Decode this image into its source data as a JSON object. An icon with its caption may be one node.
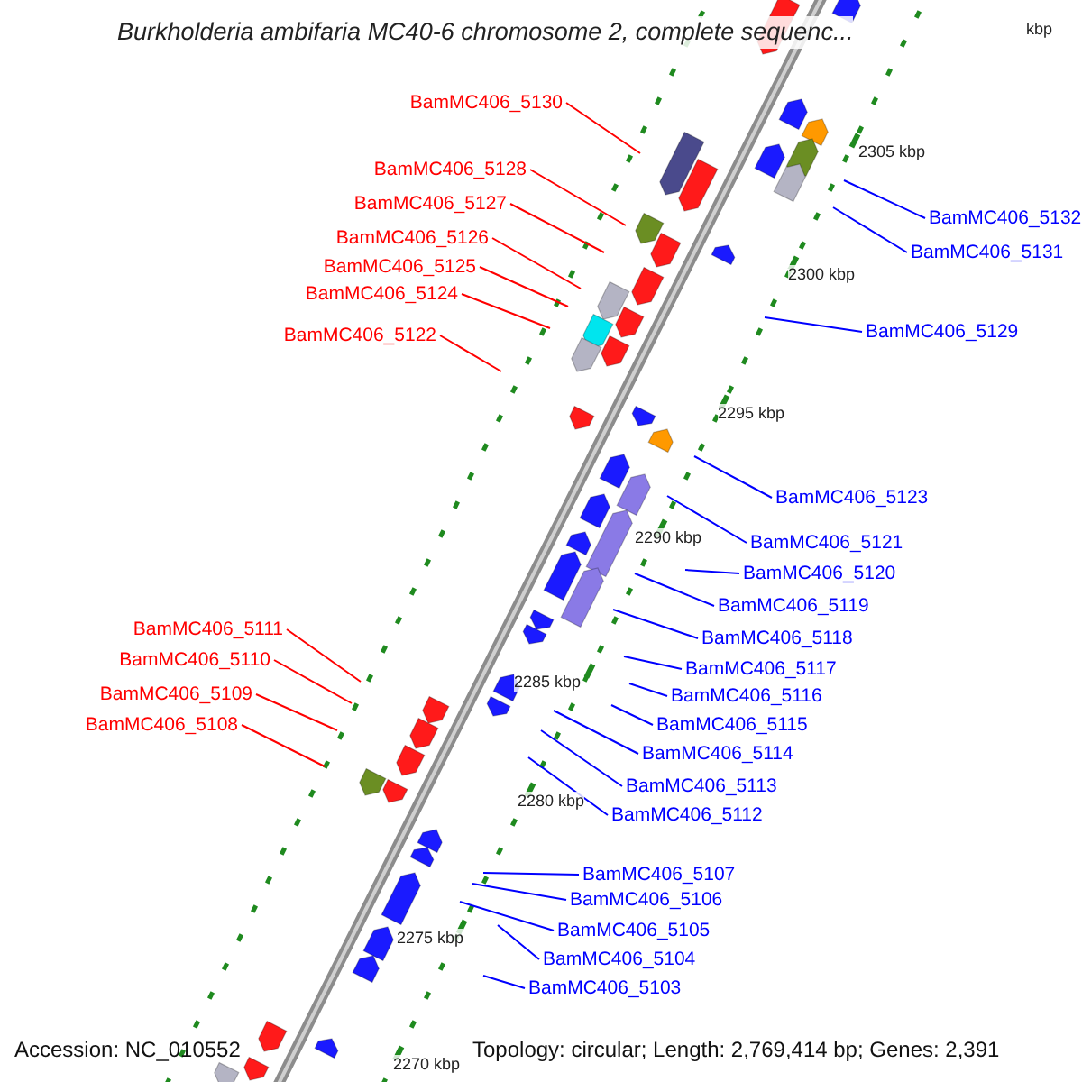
{
  "diagram": {
    "title": "Burkholderia ambifaria MC40-6 chromosome 2, complete sequenc...",
    "nodes": [
      {
        "text": [
          "BamMC406_5130"
        ]
      },
      {
        "text": [
          "BamMC406_5128"
        ]
      },
      {
        "text": [
          "BamMC406_5127"
        ]
      },
      {
        "text": [
          "BamMC406_5132"
        ]
      },
      {
        "text": [
          "BamMC406_5126"
        ]
      },
      {
        "text": [
          "BamMC406_5131"
        ]
      },
      {
        "text": [
          "BamMC406_5125"
        ]
      },
      {
        "text": [
          "BamMC406_5124"
        ]
      },
      {
        "text": [
          "BamMC406_5129"
        ]
      },
      {
        "text": [
          "BamMC406_5122"
        ]
      },
      {
        "text": [
          "BamMC406_5123"
        ]
      },
      {
        "text": [
          "BamMC406_5121"
        ]
      },
      {
        "text": [
          "BamMC406_5120"
        ]
      },
      {
        "text": [
          "BamMC406_5119"
        ]
      },
      {
        "text": [
          "BamMC406_5111"
        ]
      },
      {
        "text": [
          "BamMC406_5118"
        ]
      },
      {
        "text": [
          "BamMC406_5110"
        ]
      },
      {
        "text": [
          "BamMC406_5117"
        ]
      },
      {
        "text": [
          "BamMC406_5109"
        ]
      },
      {
        "text": [
          "BamMC406_5116"
        ]
      },
      {
        "text": [
          "BamMC406_5108"
        ]
      },
      {
        "text": [
          "BamMC406_5115"
        ]
      },
      {
        "text": [
          "BamMC406_5114"
        ]
      },
      {
        "text": [
          "BamMC406_5113"
        ]
      },
      {
        "text": [
          "BamMC406_5112"
        ]
      },
      {
        "text": [
          "BamMC406_5107"
        ]
      },
      {
        "text": [
          "BamMC406_5106"
        ]
      },
      {
        "text": [
          "BamMC406_5105"
        ]
      },
      {
        "text": [
          "BamMC406_5104"
        ]
      },
      {
        "text": [
          "BamMC406_5103"
        ]
      }
    ],
    "edges": [
      {
        "from": 0,
        "to": null,
        "arrow": "none",
        "color": "#ff0000"
      },
      {
        "from": 1,
        "to": null,
        "arrow": "none",
        "color": "#ff0000"
      },
      {
        "from": 2,
        "to": null,
        "arrow": "none",
        "color": "#ff0000"
      },
      {
        "from": 3,
        "to": null,
        "arrow": "none",
        "color": "#0000ff"
      },
      {
        "from": 4,
        "to": null,
        "arrow": "none",
        "color": "#ff0000"
      },
      {
        "from": 5,
        "to": null,
        "arrow": "none",
        "color": "#0000ff"
      },
      {
        "from": 6,
        "to": null,
        "arrow": "none",
        "color": "#ff0000"
      },
      {
        "from": 7,
        "to": null,
        "arrow": "none",
        "color": "#ff0000"
      },
      {
        "from": 8,
        "to": null,
        "arrow": "none",
        "color": "#0000ff"
      },
      {
        "from": 9,
        "to": null,
        "arrow": "none",
        "color": "#ff0000"
      },
      {
        "from": 10,
        "to": null,
        "arrow": "none",
        "color": "#0000ff"
      },
      {
        "from": 11,
        "to": null,
        "arrow": "none",
        "color": "#0000ff"
      },
      {
        "from": 12,
        "to": null,
        "arrow": "none",
        "color": "#0000ff"
      },
      {
        "from": 13,
        "to": null,
        "arrow": "none",
        "color": "#0000ff"
      },
      {
        "from": 14,
        "to": null,
        "arrow": "none",
        "color": "#ff0000"
      },
      {
        "from": 15,
        "to": null,
        "arrow": "none",
        "color": "#0000ff"
      },
      {
        "from": 16,
        "to": null,
        "arrow": "none",
        "color": "#ff0000"
      },
      {
        "from": 17,
        "to": null,
        "arrow": "none",
        "color": "#0000ff"
      },
      {
        "from": 18,
        "to": null,
        "arrow": "none",
        "color": "#ff0000"
      },
      {
        "from": 19,
        "to": null,
        "arrow": "none",
        "color": "#0000ff"
      },
      {
        "from": 20,
        "to": null,
        "arrow": "none",
        "color": "#ff0000"
      },
      {
        "from": 21,
        "to": null,
        "arrow": "none",
        "color": "#0000ff"
      },
      {
        "from": 22,
        "to": null,
        "arrow": "none",
        "color": "#0000ff"
      },
      {
        "from": 23,
        "to": null,
        "arrow": "none",
        "color": "#0000ff"
      },
      {
        "from": 24,
        "to": null,
        "arrow": "none",
        "color": "#0000ff"
      },
      {
        "from": 25,
        "to": null,
        "arrow": "none",
        "color": "#0000ff"
      },
      {
        "from": 26,
        "to": null,
        "arrow": "none",
        "color": "#0000ff"
      },
      {
        "from": 27,
        "to": null,
        "arrow": "none",
        "color": "#0000ff"
      },
      {
        "from": 28,
        "to": null,
        "arrow": "none",
        "color": "#0000ff"
      },
      {
        "from": 29,
        "to": null,
        "arrow": "none",
        "color": "#0000ff"
      }
    ],
    "labels": [
      "kbp",
      "2305 kbp",
      "2300 kbp",
      "2295 kbp",
      "2290 kbp",
      "2285 kbp",
      "2280 kbp",
      "2275 kbp",
      "2270 kbp",
      "Accession: NC_010552",
      "Topology: circular; Length: 2,769,414 bp; Genes: 2,391"
    ]
  }
}
